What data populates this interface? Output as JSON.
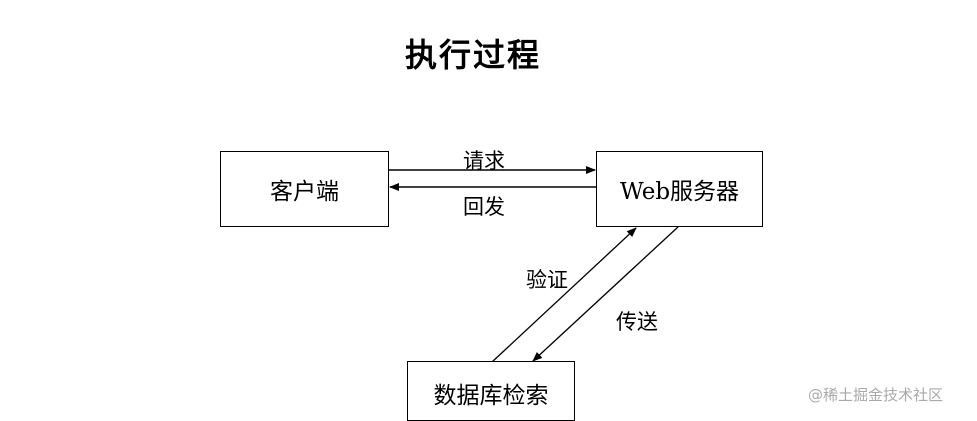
{
  "title": "执行过程",
  "nodes": {
    "client": "客户端",
    "server": "Web服务器",
    "database": "数据库检索"
  },
  "edges": {
    "request": "请求",
    "response": "回发",
    "verify": "验证",
    "transfer": "传送"
  },
  "watermark": "@稀土掘金技术社区"
}
